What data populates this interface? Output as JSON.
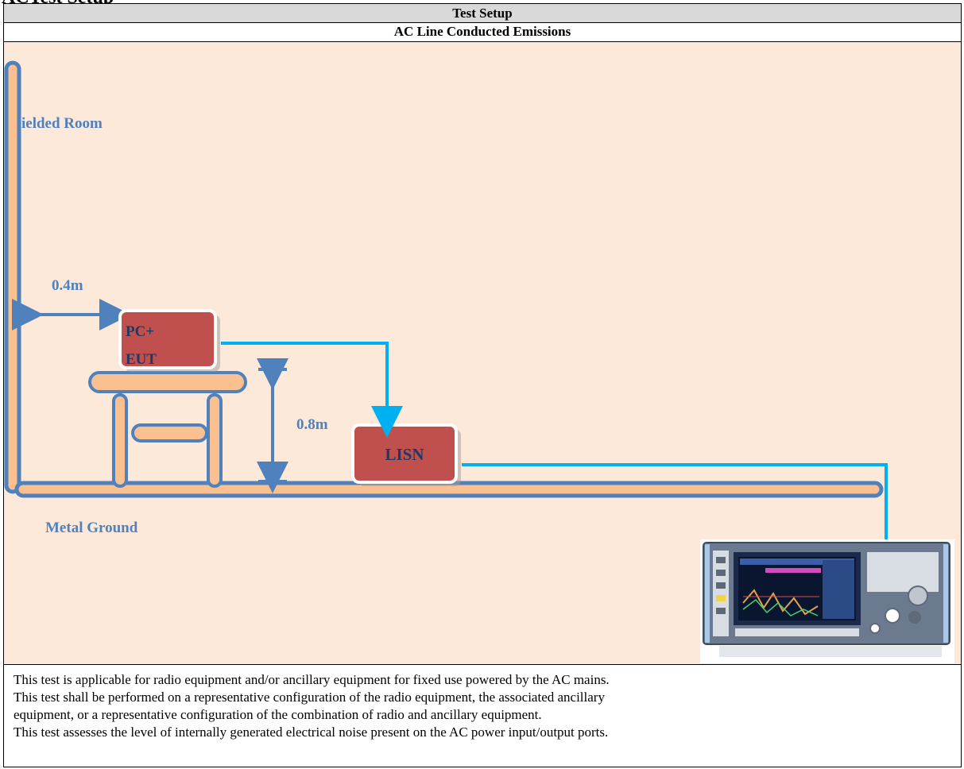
{
  "header": {
    "cut_heading": "ACTest Setup",
    "title": "Test Setup",
    "subtitle": "AC Line Conducted Emissions"
  },
  "diagram": {
    "labels": {
      "room": "ielded Room",
      "ground": "Metal Ground",
      "horizontal_distance": "0.4m",
      "table_height": "0.8m",
      "eut_line1": "PC+",
      "eut_line2": "EUT",
      "lisn": "LISN"
    },
    "colors": {
      "background": "#fde9d9",
      "outline": "#4f81bd",
      "fill": "#fac090",
      "box": "#c0504d",
      "cable": "#00b0f0",
      "label": "#4f81bd"
    }
  },
  "description": [
    "This test is applicable for radio equipment and/or ancillary equipment for fixed use powered by the AC mains.",
    "This test shall be performed on a representative configuration of the radio equipment, the associated ancillary",
    "equipment, or a representative configuration of the combination of radio and ancillary equipment.",
    "This test assesses the level of internally generated electrical noise present on the AC power input/output ports."
  ]
}
